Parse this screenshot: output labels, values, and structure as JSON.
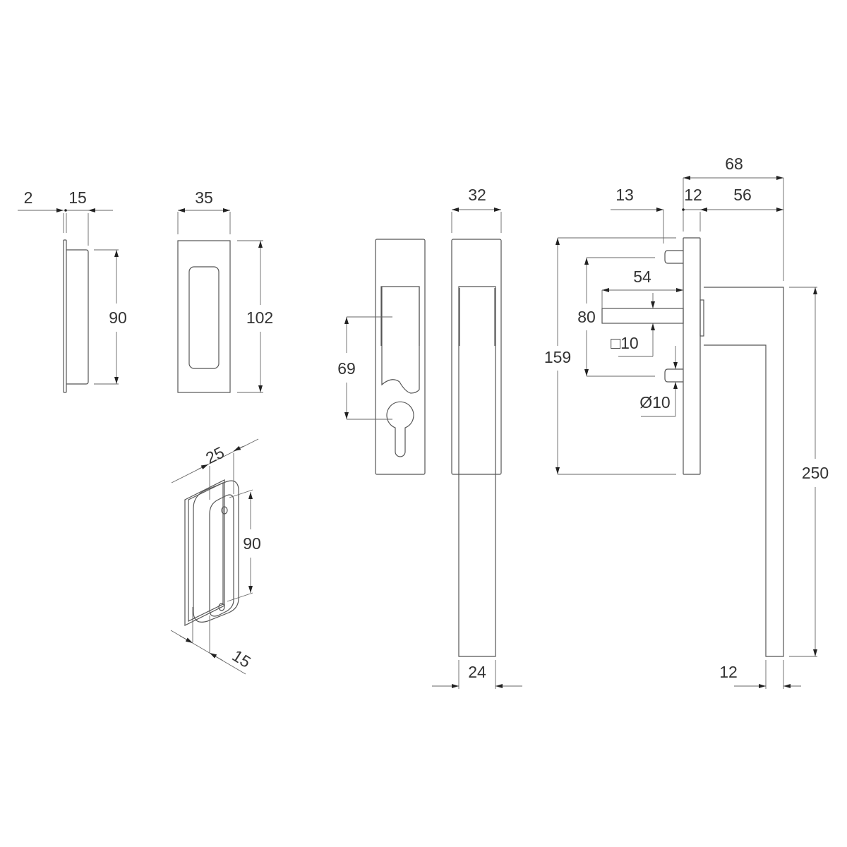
{
  "views": {
    "flush_side": {
      "thickness_plate": "2",
      "depth": "15",
      "height": "90"
    },
    "flush_front": {
      "width": "35",
      "height": "102"
    },
    "flush_iso": {
      "width": "25",
      "height": "90",
      "depth": "15"
    },
    "backplate_front": {
      "lock_distance": "69"
    },
    "handle_front": {
      "plate_width": "32",
      "handle_width": "24"
    },
    "handle_side": {
      "total_projection": "68",
      "pin_length": "13",
      "plate_thickness": "12",
      "handle_projection": "56",
      "plate_height": "159",
      "pin_spacing": "80",
      "spindle_length": "54",
      "spindle_square": "□10",
      "pin_diameter": "Ø10",
      "handle_length": "250",
      "handle_thickness": "12"
    }
  }
}
